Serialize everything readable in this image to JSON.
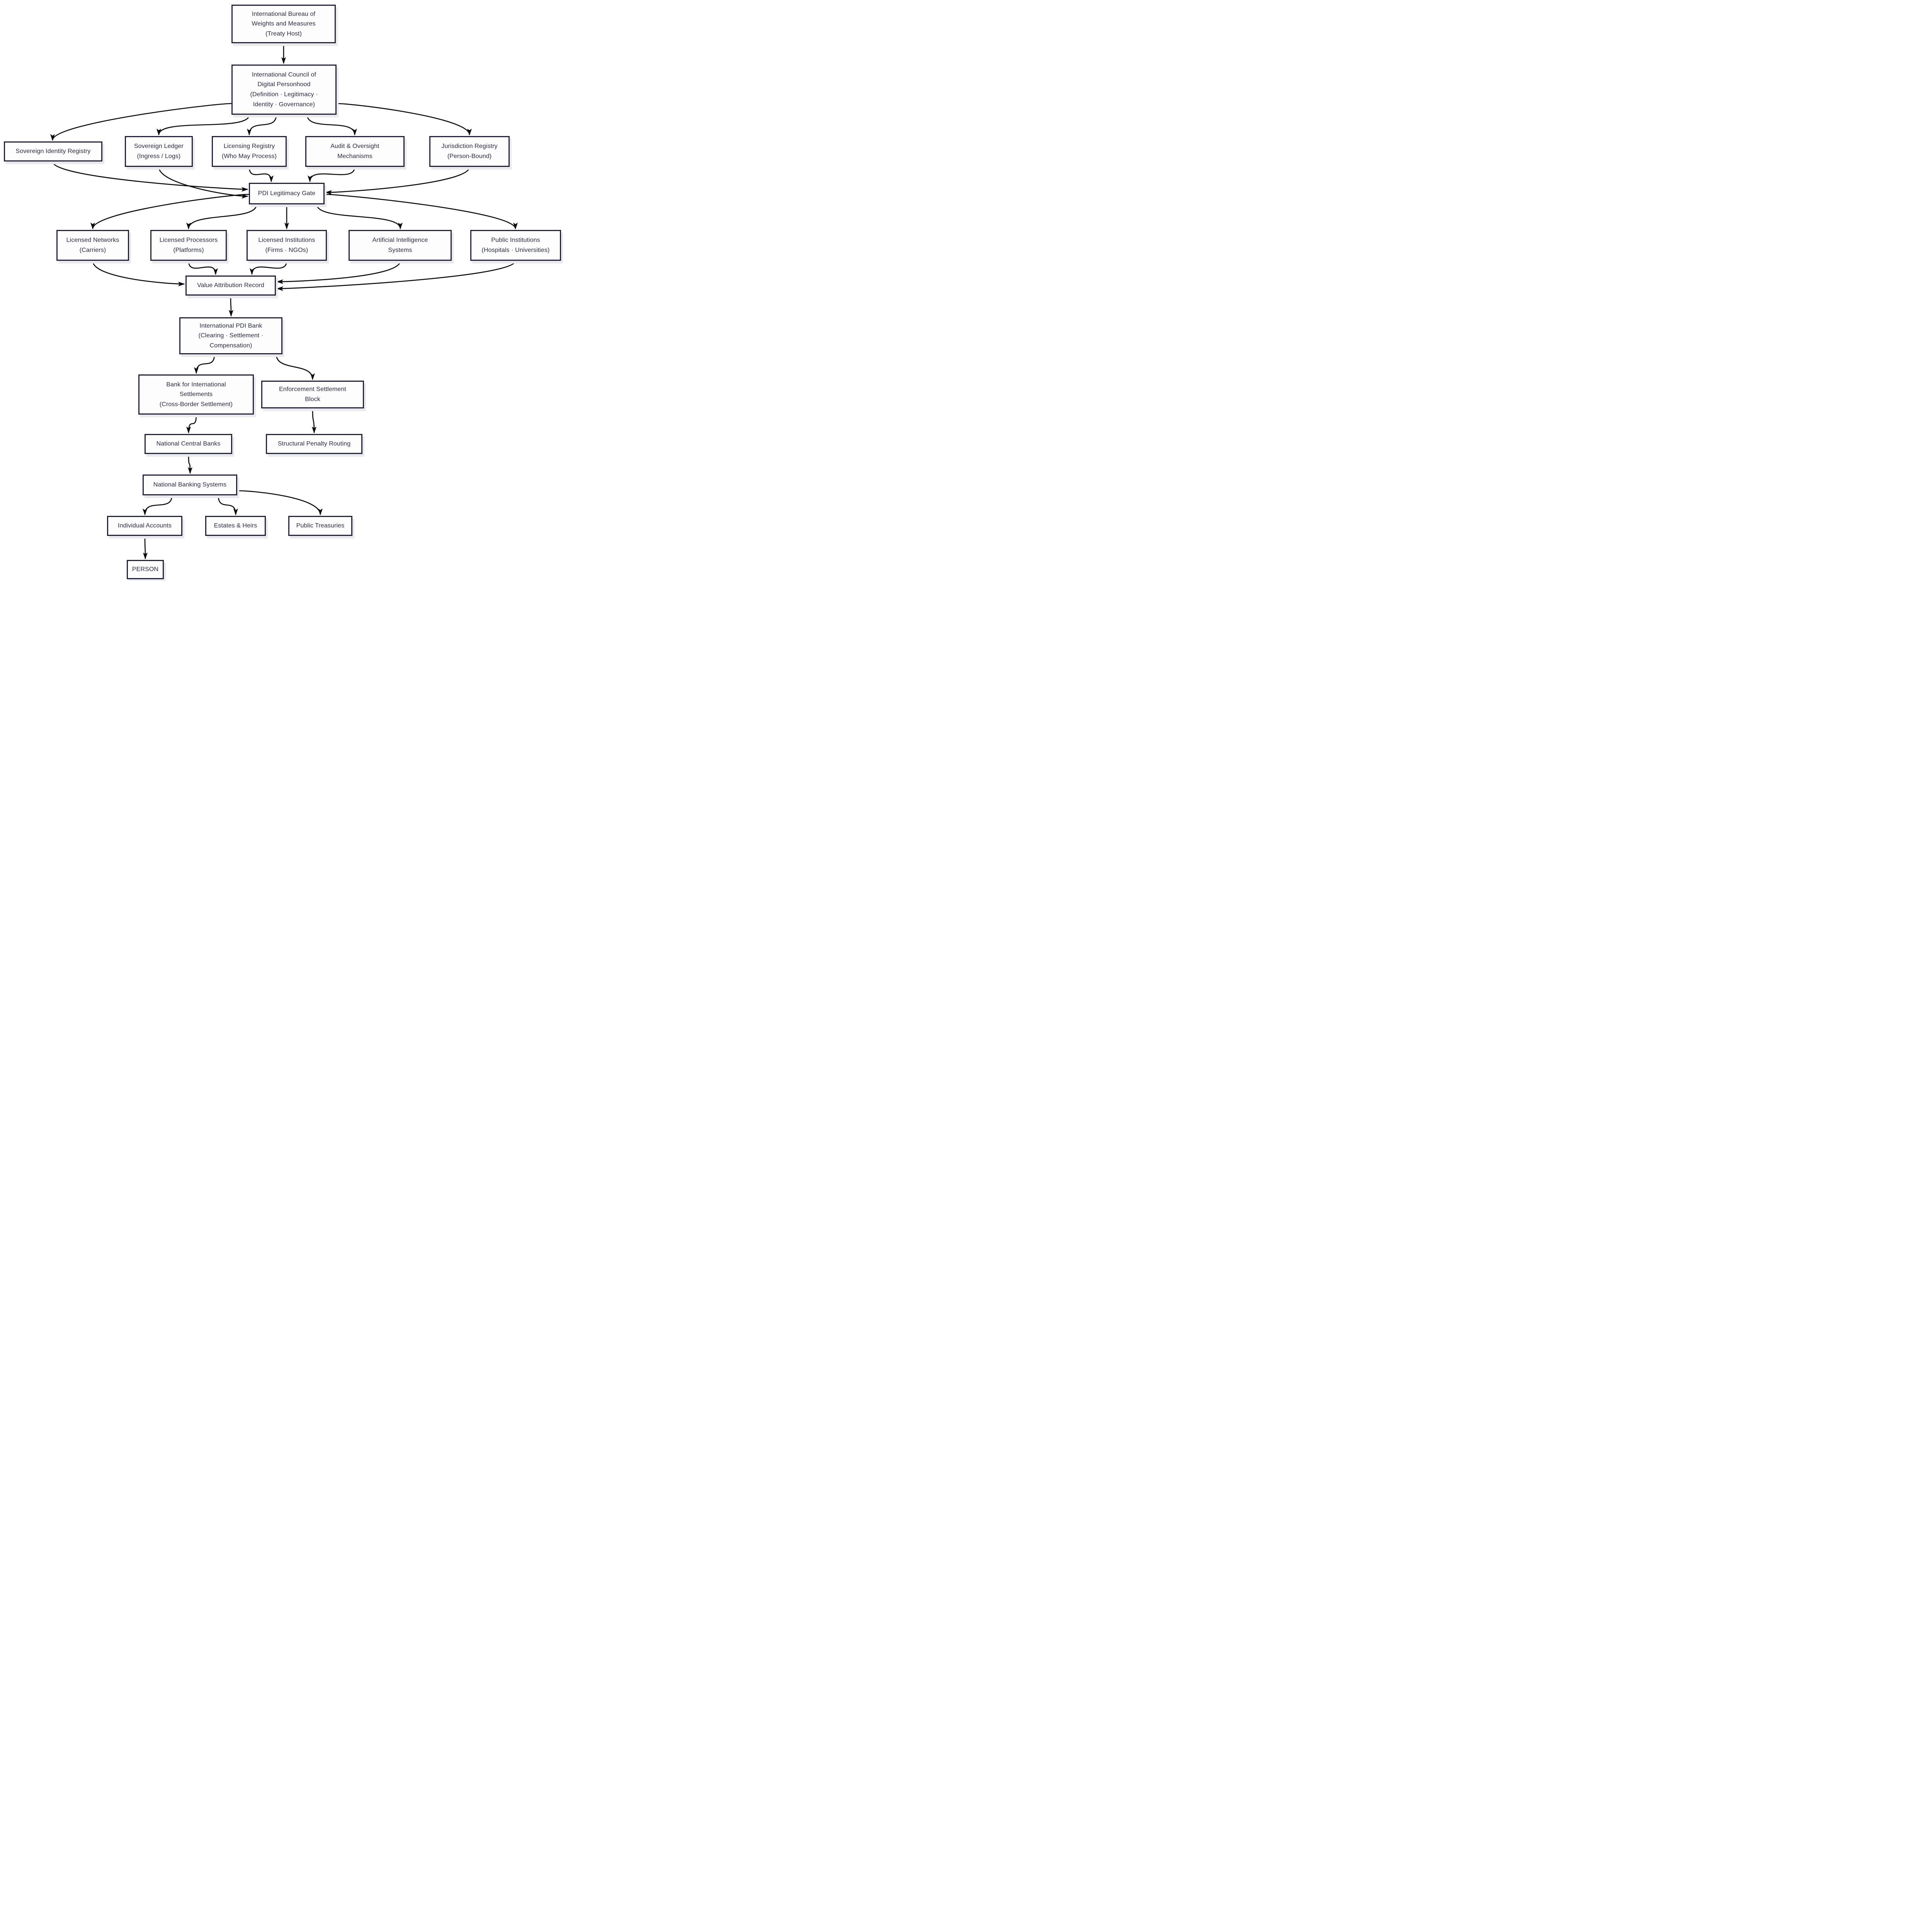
{
  "diagram": {
    "type": "flowchart",
    "direction": "top-down",
    "colors": {
      "background": "#ffffff",
      "node_fill": "#fdfdfe",
      "node_border": "#23233a",
      "node_shadow": "#e9e9ee",
      "text": "#2a2a42",
      "edge": "#0a0a0a"
    },
    "nodes": [
      {
        "id": "bureau",
        "label": "International Bureau of\nWeights and Measures\n(Treaty Host)"
      },
      {
        "id": "council",
        "label": "International Council of\nDigital Personhood\n(Definition · Legitimacy ·\nIdentity · Governance)"
      },
      {
        "id": "identity",
        "label": "Sovereign Identity Registry"
      },
      {
        "id": "ledger",
        "label": "Sovereign Ledger\n(Ingress / Logs)"
      },
      {
        "id": "licensing",
        "label": "Licensing Registry\n(Who May Process)"
      },
      {
        "id": "audit",
        "label": "Audit & Oversight\nMechanisms"
      },
      {
        "id": "jurisdiction",
        "label": "Jurisdiction Registry\n(Person-Bound)"
      },
      {
        "id": "gate",
        "label": "PDI Legitimacy Gate"
      },
      {
        "id": "networks",
        "label": "Licensed Networks\n(Carriers)"
      },
      {
        "id": "processors",
        "label": "Licensed Processors\n(Platforms)"
      },
      {
        "id": "institutions",
        "label": "Licensed Institutions\n(Firms · NGOs)"
      },
      {
        "id": "ai",
        "label": "Artificial Intelligence\nSystems"
      },
      {
        "id": "public",
        "label": "Public Institutions\n(Hospitals · Universities)"
      },
      {
        "id": "var",
        "label": "Value Attribution Record"
      },
      {
        "id": "bank",
        "label": "International PDI Bank\n(Clearing · Settlement ·\nCompensation)"
      },
      {
        "id": "bis",
        "label": "Bank for International\nSettlements\n(Cross-Border Settlement)"
      },
      {
        "id": "enforcement",
        "label": "Enforcement Settlement\nBlock"
      },
      {
        "id": "ncb",
        "label": "National Central Banks"
      },
      {
        "id": "spr",
        "label": "Structural Penalty Routing"
      },
      {
        "id": "nbs",
        "label": "National Banking Systems"
      },
      {
        "id": "individual",
        "label": "Individual Accounts"
      },
      {
        "id": "estates",
        "label": "Estates & Heirs"
      },
      {
        "id": "treasuries",
        "label": "Public Treasuries"
      },
      {
        "id": "person",
        "label": "PERSON"
      }
    ],
    "edges": [
      {
        "from": "bureau",
        "to": "council"
      },
      {
        "from": "council",
        "to": "identity"
      },
      {
        "from": "council",
        "to": "ledger"
      },
      {
        "from": "council",
        "to": "licensing"
      },
      {
        "from": "council",
        "to": "audit"
      },
      {
        "from": "council",
        "to": "jurisdiction"
      },
      {
        "from": "identity",
        "to": "gate"
      },
      {
        "from": "ledger",
        "to": "gate"
      },
      {
        "from": "licensing",
        "to": "gate"
      },
      {
        "from": "audit",
        "to": "gate"
      },
      {
        "from": "jurisdiction",
        "to": "gate"
      },
      {
        "from": "gate",
        "to": "networks"
      },
      {
        "from": "gate",
        "to": "processors"
      },
      {
        "from": "gate",
        "to": "institutions"
      },
      {
        "from": "gate",
        "to": "ai"
      },
      {
        "from": "gate",
        "to": "public"
      },
      {
        "from": "networks",
        "to": "var"
      },
      {
        "from": "processors",
        "to": "var"
      },
      {
        "from": "institutions",
        "to": "var"
      },
      {
        "from": "ai",
        "to": "var"
      },
      {
        "from": "public",
        "to": "var"
      },
      {
        "from": "var",
        "to": "bank"
      },
      {
        "from": "bank",
        "to": "bis"
      },
      {
        "from": "bank",
        "to": "enforcement"
      },
      {
        "from": "bis",
        "to": "ncb"
      },
      {
        "from": "enforcement",
        "to": "spr"
      },
      {
        "from": "ncb",
        "to": "nbs"
      },
      {
        "from": "nbs",
        "to": "individual"
      },
      {
        "from": "nbs",
        "to": "estates"
      },
      {
        "from": "nbs",
        "to": "treasuries"
      },
      {
        "from": "individual",
        "to": "person"
      }
    ]
  }
}
